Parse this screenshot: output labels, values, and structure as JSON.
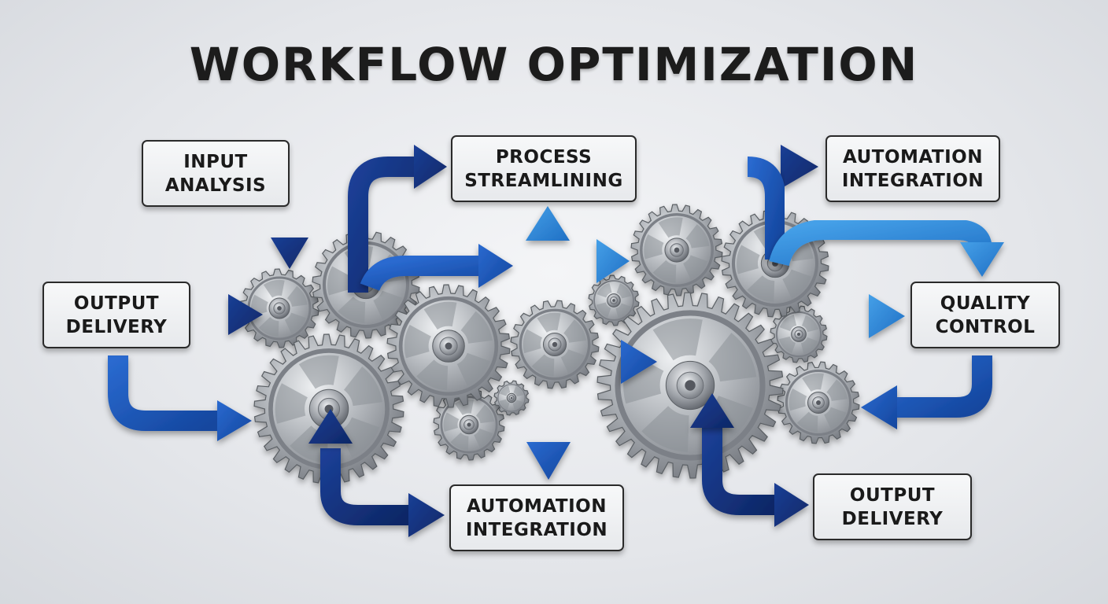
{
  "title": "WORKFLOW OPTIMIZATION",
  "nodes": {
    "input_analysis": {
      "line1": "INPUT",
      "line2": "ANALYSIS"
    },
    "output_delivery_left": {
      "line1": "OUTPUT",
      "line2": "DELIVERY"
    },
    "process_streamlining": {
      "line1": "PROCESS",
      "line2": "STREAMLINING"
    },
    "automation_integration_top": {
      "line1": "AUTOMATION",
      "line2": "INTEGRATION"
    },
    "quality_control": {
      "line1": "QUALITY",
      "line2": "CONTROL"
    },
    "automation_integration_bottom": {
      "line1": "AUTOMATION",
      "line2": "INTEGRATION"
    },
    "output_delivery_right": {
      "line1": "OUTPUT",
      "line2": "DELIVERY"
    }
  },
  "colors": {
    "arrow_dark": "#12307e",
    "arrow_mid": "#1a56b8",
    "arrow_light": "#2e86d6",
    "gear_metal": "#a9adb3",
    "box_border": "#2a2a2a",
    "title_text": "#1c1c1c"
  }
}
